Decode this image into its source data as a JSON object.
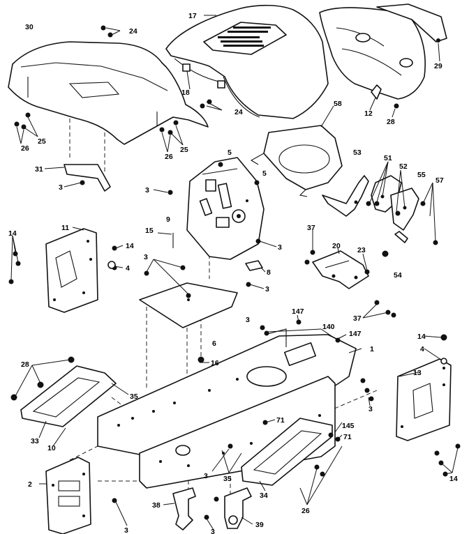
{
  "callouts": [
    {
      "id": "c30a",
      "text": "30"
    },
    {
      "id": "c24a",
      "text": "24"
    },
    {
      "id": "c17",
      "text": "17"
    },
    {
      "id": "c29",
      "text": "29"
    },
    {
      "id": "c18",
      "text": "18"
    },
    {
      "id": "c24b",
      "text": "24"
    },
    {
      "id": "c12",
      "text": "12"
    },
    {
      "id": "c28",
      "text": "28"
    },
    {
      "id": "c26a",
      "text": "26"
    },
    {
      "id": "c25a",
      "text": "25"
    },
    {
      "id": "c26b",
      "text": "26"
    },
    {
      "id": "c25b",
      "text": "25"
    },
    {
      "id": "c58",
      "text": "58"
    },
    {
      "id": "c5a",
      "text": "5"
    },
    {
      "id": "c5b",
      "text": "5"
    },
    {
      "id": "c31",
      "text": "31"
    },
    {
      "id": "c3a",
      "text": "3"
    },
    {
      "id": "c3b",
      "text": "3"
    },
    {
      "id": "c53",
      "text": "53"
    },
    {
      "id": "c51",
      "text": "51"
    },
    {
      "id": "c52",
      "text": "52"
    },
    {
      "id": "c55",
      "text": "55"
    },
    {
      "id": "c57",
      "text": "57"
    },
    {
      "id": "c9",
      "text": "9"
    },
    {
      "id": "c14a",
      "text": "14"
    },
    {
      "id": "c11",
      "text": "11"
    },
    {
      "id": "c15",
      "text": "15"
    },
    {
      "id": "c14b",
      "text": "14"
    },
    {
      "id": "c4a",
      "text": "4"
    },
    {
      "id": "c3c",
      "text": "3"
    },
    {
      "id": "c37a",
      "text": "37"
    },
    {
      "id": "c20",
      "text": "20"
    },
    {
      "id": "c23",
      "text": "23"
    },
    {
      "id": "c54",
      "text": "54"
    },
    {
      "id": "c3d",
      "text": "3"
    },
    {
      "id": "c8",
      "text": "8"
    },
    {
      "id": "c3e",
      "text": "3"
    },
    {
      "id": "c37b",
      "text": "37"
    },
    {
      "id": "c147a",
      "text": "147"
    },
    {
      "id": "c3f",
      "text": "3"
    },
    {
      "id": "c140",
      "text": "140"
    },
    {
      "id": "c147b",
      "text": "147"
    },
    {
      "id": "c6",
      "text": "6"
    },
    {
      "id": "c1",
      "text": "1"
    },
    {
      "id": "c14c",
      "text": "14"
    },
    {
      "id": "c4b",
      "text": "4"
    },
    {
      "id": "c28b",
      "text": "28"
    },
    {
      "id": "c16",
      "text": "16"
    },
    {
      "id": "c13",
      "text": "13"
    },
    {
      "id": "c35a",
      "text": "35"
    },
    {
      "id": "c33",
      "text": "33"
    },
    {
      "id": "c10",
      "text": "10"
    },
    {
      "id": "c3g",
      "text": "3"
    },
    {
      "id": "c71a",
      "text": "71"
    },
    {
      "id": "c145",
      "text": "145"
    },
    {
      "id": "c71b",
      "text": "71"
    },
    {
      "id": "c2",
      "text": "2"
    },
    {
      "id": "c35b",
      "text": "35"
    },
    {
      "id": "c34",
      "text": "34"
    },
    {
      "id": "c3h",
      "text": "3"
    },
    {
      "id": "c38",
      "text": "38"
    },
    {
      "id": "c3i",
      "text": "3"
    },
    {
      "id": "c39",
      "text": "39"
    },
    {
      "id": "c26c",
      "text": "26"
    },
    {
      "id": "c14d",
      "text": "14"
    },
    {
      "id": "c3j",
      "text": "3"
    }
  ]
}
